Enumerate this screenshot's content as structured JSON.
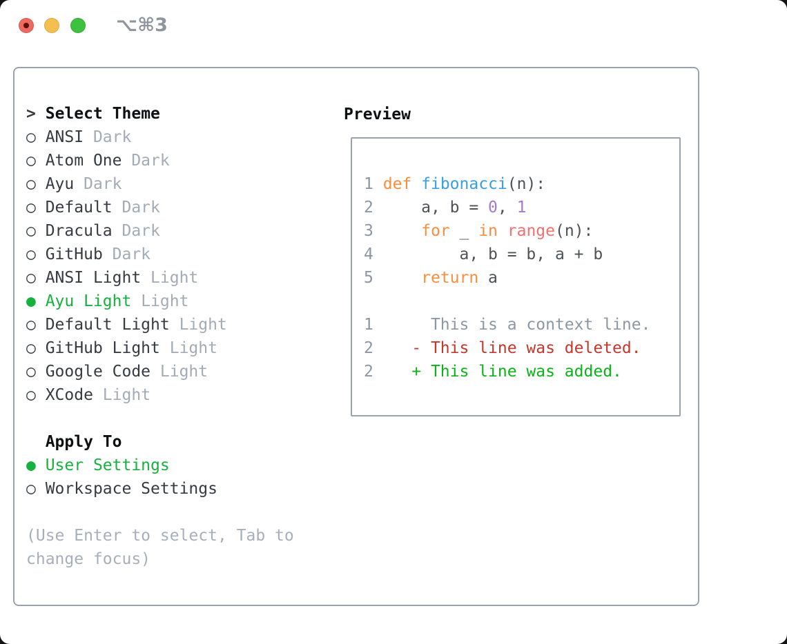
{
  "window": {
    "title": "⌥⌘3"
  },
  "colors": {
    "panel_border": "#99a1ac",
    "heading": "#0e1114",
    "text": "#363b42",
    "tag_text": "#a2abb6",
    "hint_text": "#a7afbb",
    "selected_green": "#16b13e",
    "line_number": "#8d97a3",
    "code_text": "#4c5258",
    "keyword": "#fa8d3e",
    "function_name": "#399ee6",
    "number_literal": "#a37acc",
    "builtin": "#f07171",
    "diff_context": "#8d97a3",
    "diff_deleted": "#c4372b",
    "diff_added": "#0ab318",
    "titlebar_title": "#8f959c",
    "light_red": "#ee6a5f",
    "light_yellow": "#f5bf4f",
    "light_green": "#3ec23e"
  },
  "theme_picker": {
    "header_marker": ">",
    "header_label": "Select Theme",
    "radio_unselected": "○",
    "radio_selected": "●",
    "items": [
      {
        "name": "ANSI",
        "tag": "Dark",
        "selected": false
      },
      {
        "name": "Atom One",
        "tag": "Dark",
        "selected": false
      },
      {
        "name": "Ayu",
        "tag": "Dark",
        "selected": false
      },
      {
        "name": "Default",
        "tag": "Dark",
        "selected": false
      },
      {
        "name": "Dracula",
        "tag": "Dark",
        "selected": false
      },
      {
        "name": "GitHub",
        "tag": "Dark",
        "selected": false
      },
      {
        "name": "ANSI Light",
        "tag": "Light",
        "selected": false
      },
      {
        "name": "Ayu Light",
        "tag": "Light",
        "selected": true
      },
      {
        "name": "Default Light",
        "tag": "Light",
        "selected": false
      },
      {
        "name": "GitHub Light",
        "tag": "Light",
        "selected": false
      },
      {
        "name": "Google Code",
        "tag": "Light",
        "selected": false
      },
      {
        "name": "XCode",
        "tag": "Light",
        "selected": false
      }
    ],
    "apply_to": {
      "label": "Apply To",
      "options": [
        {
          "name": "User Settings",
          "selected": true
        },
        {
          "name": "Workspace Settings",
          "selected": false
        }
      ]
    },
    "hint_lines": [
      "(Use Enter to select, Tab to",
      "change focus)"
    ]
  },
  "preview": {
    "label": "Preview",
    "code_lines": [
      {
        "num": "1",
        "segments": [
          {
            "t": " "
          },
          {
            "t": "def",
            "c": "kw"
          },
          {
            "t": " "
          },
          {
            "t": "fibonacci",
            "c": "fn"
          },
          {
            "t": "(n):"
          }
        ]
      },
      {
        "num": "2",
        "segments": [
          {
            "t": "     a, b = "
          },
          {
            "t": "0",
            "c": "num"
          },
          {
            "t": ", "
          },
          {
            "t": "1",
            "c": "num"
          }
        ]
      },
      {
        "num": "3",
        "segments": [
          {
            "t": "     "
          },
          {
            "t": "for",
            "c": "kw"
          },
          {
            "t": " _ "
          },
          {
            "t": "in",
            "c": "kw"
          },
          {
            "t": " "
          },
          {
            "t": "range",
            "c": "bi"
          },
          {
            "t": "(n):"
          }
        ]
      },
      {
        "num": "4",
        "segments": [
          {
            "t": "         a, b = b, a + b"
          }
        ]
      },
      {
        "num": "5",
        "segments": [
          {
            "t": "     "
          },
          {
            "t": "return",
            "c": "kw"
          },
          {
            "t": " a"
          }
        ]
      }
    ],
    "diff_lines": [
      {
        "num": "1",
        "kind": "context",
        "text": "      This is a context line."
      },
      {
        "num": "2",
        "kind": "deleted",
        "text": "    - This line was deleted."
      },
      {
        "num": "2",
        "kind": "added",
        "text": "    + This line was added."
      }
    ]
  }
}
